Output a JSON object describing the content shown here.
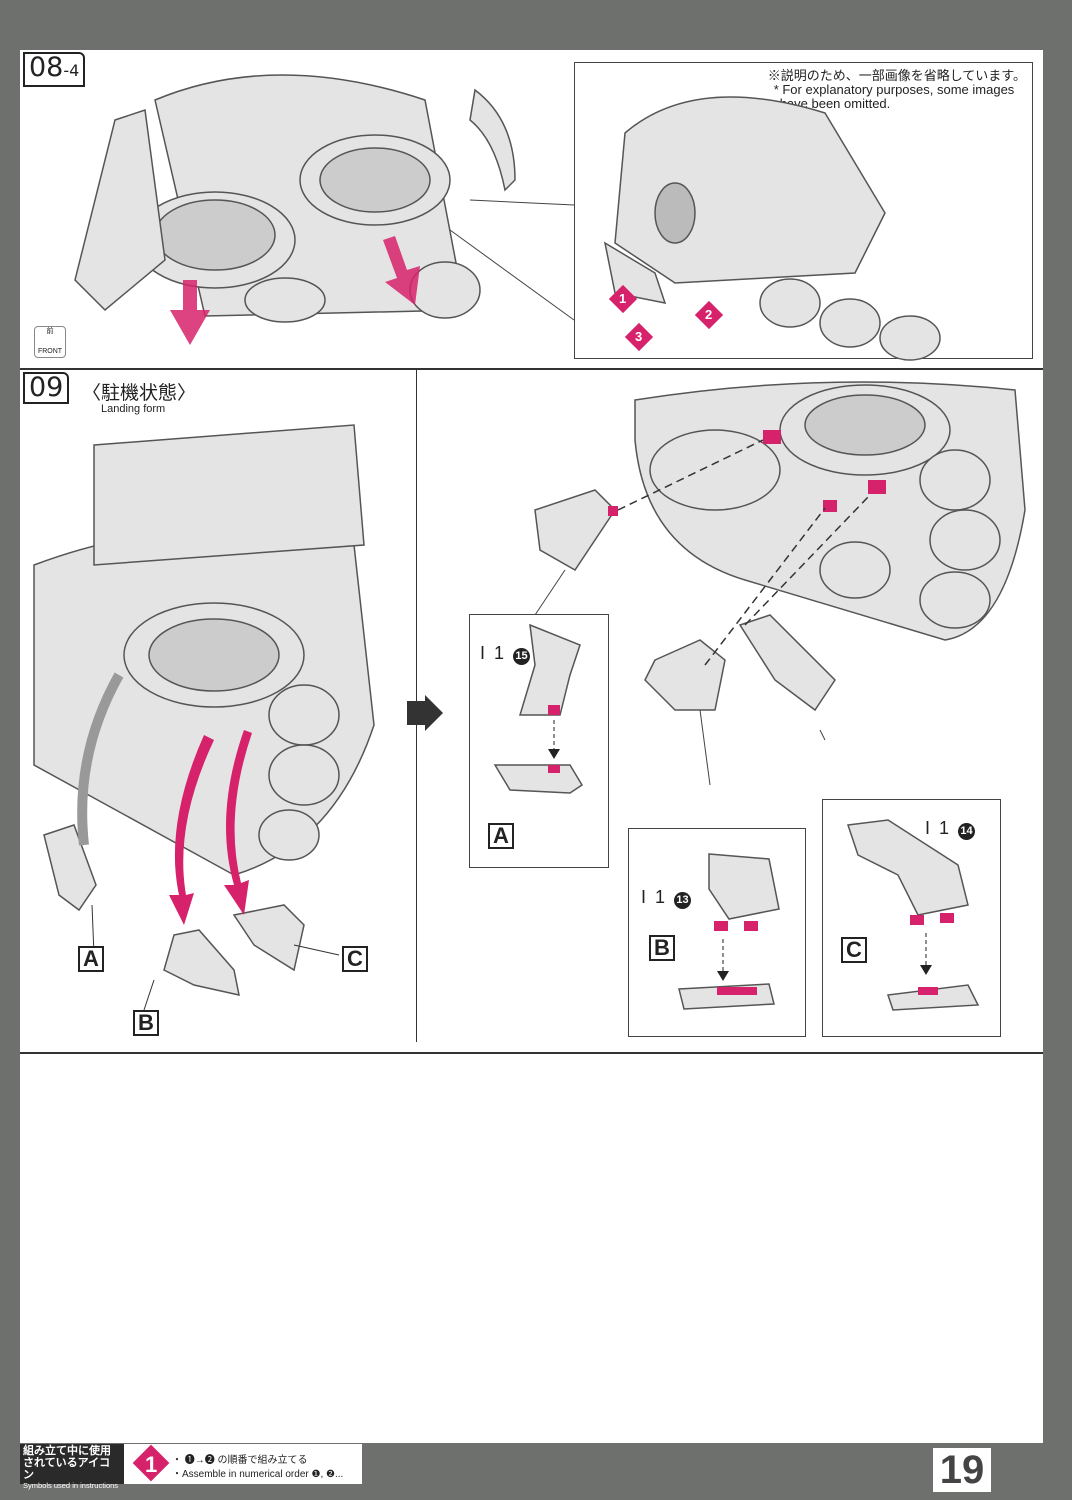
{
  "steps": [
    {
      "number": "08",
      "sub": "-4",
      "front_icon": {
        "jp": "前",
        "en": "FRONT"
      },
      "note": {
        "jp": "※説明のため、一部画像を省略しています。",
        "en1": "* For explanatory purposes, some images",
        "en2": "have been omitted."
      },
      "order_markers": [
        "1",
        "2",
        "3"
      ]
    },
    {
      "number": "09",
      "title_jp": "〈駐機状態〉",
      "title_en": "Landing form",
      "letters": [
        "A",
        "B",
        "C"
      ],
      "parts": [
        {
          "runner": "I 1",
          "num": "15",
          "letter": "A"
        },
        {
          "runner": "I 1",
          "num": "13",
          "letter": "B"
        },
        {
          "runner": "I 1",
          "num": "14",
          "letter": "C"
        }
      ]
    }
  ],
  "footer": {
    "heading_jp1": "組み立て中に使用",
    "heading_jp2": "されているアイコン",
    "heading_en": "Symbols used in instructions",
    "icon_num": "1",
    "line_jp": "・ ❶→❷ の順番で組み立てる",
    "line_en": "・Assemble in numerical order ❶, ❷...",
    "page": "19"
  },
  "colors": {
    "accent": "#d6226a",
    "background": "#6e706d"
  }
}
